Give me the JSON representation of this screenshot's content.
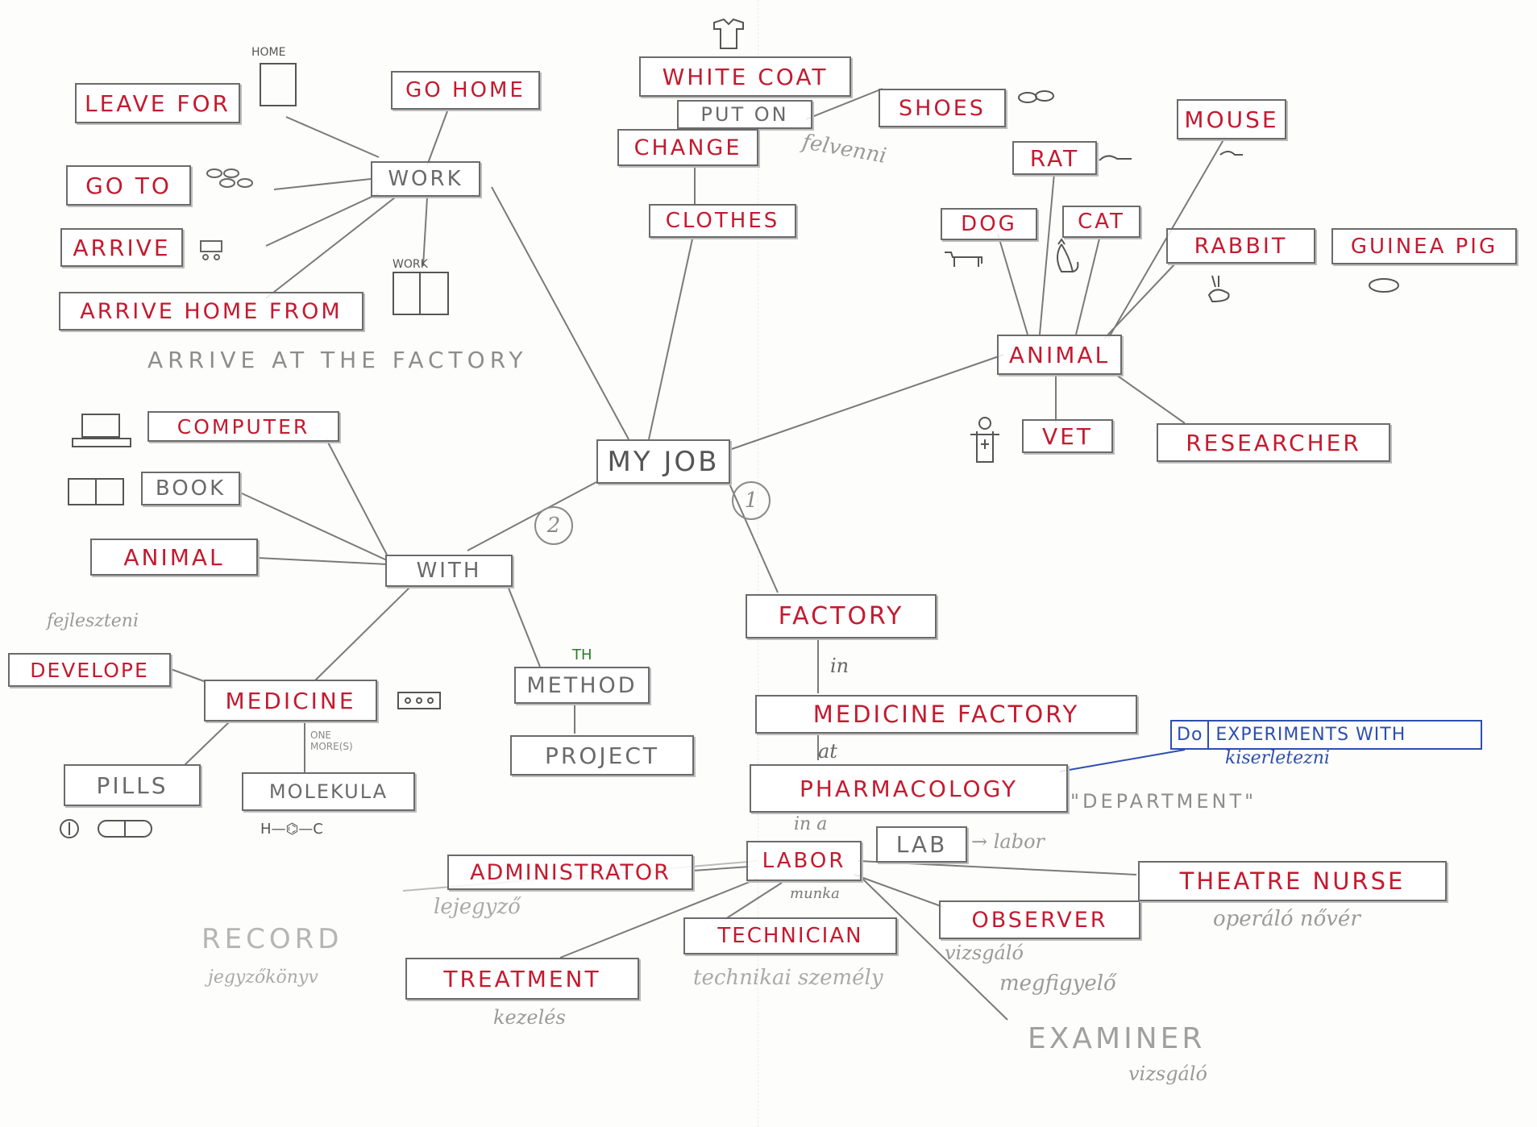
{
  "center": "MY JOB",
  "markers": {
    "one": "1",
    "two": "2"
  },
  "work_branch": {
    "work": "WORK",
    "leave_for": "LEAVE FOR",
    "go_home": "GO HOME",
    "go_to": "GO TO",
    "arrive": "ARRIVE",
    "arrive_home_from": "ARRIVE HOME FROM",
    "arrive_at_factory": "ARRIVE AT THE FACTORY",
    "home_sketch_label": "HOME",
    "work_sketch_label": "WORK"
  },
  "clothes_branch": {
    "white_coat": "WHITE COAT",
    "put_on": "PUT ON",
    "change": "CHANGE",
    "clothes": "CLOTHES",
    "shoes": "SHOES",
    "felvenni": "felvenni"
  },
  "animal_branch": {
    "animal": "ANIMAL",
    "rat": "RAT",
    "mouse": "MOUSE",
    "dog": "DOG",
    "cat": "CAT",
    "rabbit": "RABBIT",
    "guinea_pig": "GUINEA PIG",
    "vet": "VET",
    "researcher": "RESEARCHER"
  },
  "with_branch": {
    "with": "WITH",
    "computer": "COMPUTER",
    "book": "BOOK",
    "animal": "ANIMAL",
    "develope": "DEVELOPE",
    "fejleszteni": "fejleszteni",
    "medicine": "MEDICINE",
    "pills": "PILLS",
    "molekula": "MOLEKULA",
    "one_more": "ONE MORE(S)",
    "method": "METHOD",
    "method_insert": "TH",
    "project": "PROJECT",
    "molecule_sketch": "H—⌬—C"
  },
  "factory_branch": {
    "factory": "FACTORY",
    "in": "in",
    "medicine_factory": "MEDICINE FACTORY",
    "at": "at",
    "pharmacology": "PHARMACOLOGY",
    "department": "\"DEPARTMENT\"",
    "in_a": "in a",
    "lab": "LAB",
    "labor": "→ labor",
    "labor_box": "LABOR",
    "munka": "munka",
    "experiments_do": "Do",
    "experiments": "EXPERIMENTS WITH",
    "kiserletezni": "kiserletezni"
  },
  "lab_branch": {
    "administrator": "ADMINISTRATOR",
    "lejegyzo": "lejegyző",
    "record": "RECORD",
    "jegyzokonyv": "jegyzőkönyv",
    "treatment": "TREATMENT",
    "kezeles": "kezelés",
    "technician": "TECHNICIAN",
    "technikai_szemely": "technikai személy",
    "observer": "OBSERVER",
    "vizsgalo": "vizsgáló",
    "megfigyelo": "megfigyelő",
    "examiner": "EXAMINER",
    "vizsgalo2": "vizsgáló",
    "theatre_nurse": "THEATRE NURSE",
    "operalo_nover": "operáló nővér"
  },
  "colors": {
    "keyword": "#c41a2f",
    "pencil": "#8d8d8d",
    "box": "#6b6b6b",
    "pen_blue": "#2c4fb0"
  }
}
